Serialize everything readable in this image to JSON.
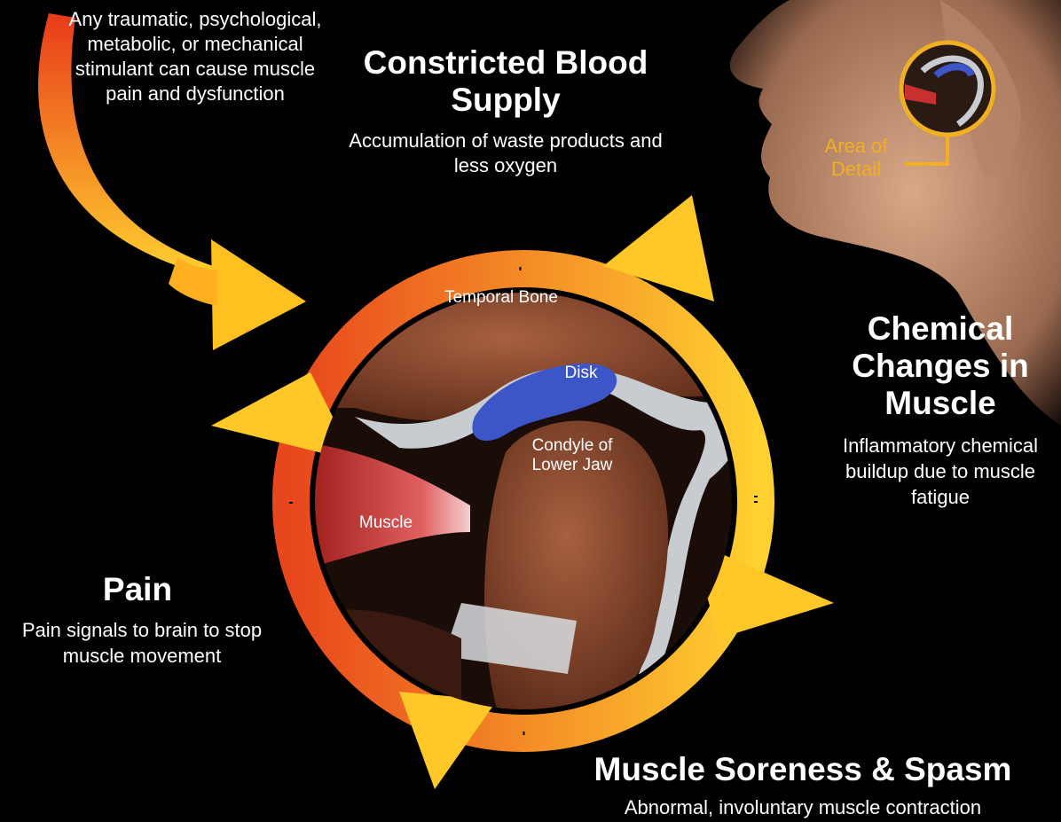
{
  "intro": {
    "text": "Any traumatic, psychological, metabolic, or mechanical stimulant can cause muscle pain and dysfunction"
  },
  "cycle": {
    "blood_supply": {
      "title": "Constricted Blood Supply",
      "subtitle": "Accumulation of waste products and less oxygen"
    },
    "chemical_changes": {
      "title": "Chemical Changes in Muscle",
      "subtitle": "Inflammatory chemical buildup due to muscle fatigue"
    },
    "soreness": {
      "title": "Muscle Soreness & Spasm",
      "subtitle": "Abnormal, involuntary muscle contraction"
    },
    "pain": {
      "title": "Pain",
      "subtitle": "Pain signals to brain to stop muscle movement"
    }
  },
  "anatomy_labels": {
    "temporal_bone": "Temporal Bone",
    "disk": "Disk",
    "condyle": "Condyle of Lower Jaw",
    "muscle": "Muscle"
  },
  "inset": {
    "label": "Area of Detail"
  },
  "colors": {
    "arrow_light": "#ffd030",
    "arrow_dark": "#e8461c",
    "detail_circle": "#f0b020",
    "disk": "#3c56c8",
    "bone": "#8a4a2e",
    "cartilage": "#c8ccd0"
  }
}
